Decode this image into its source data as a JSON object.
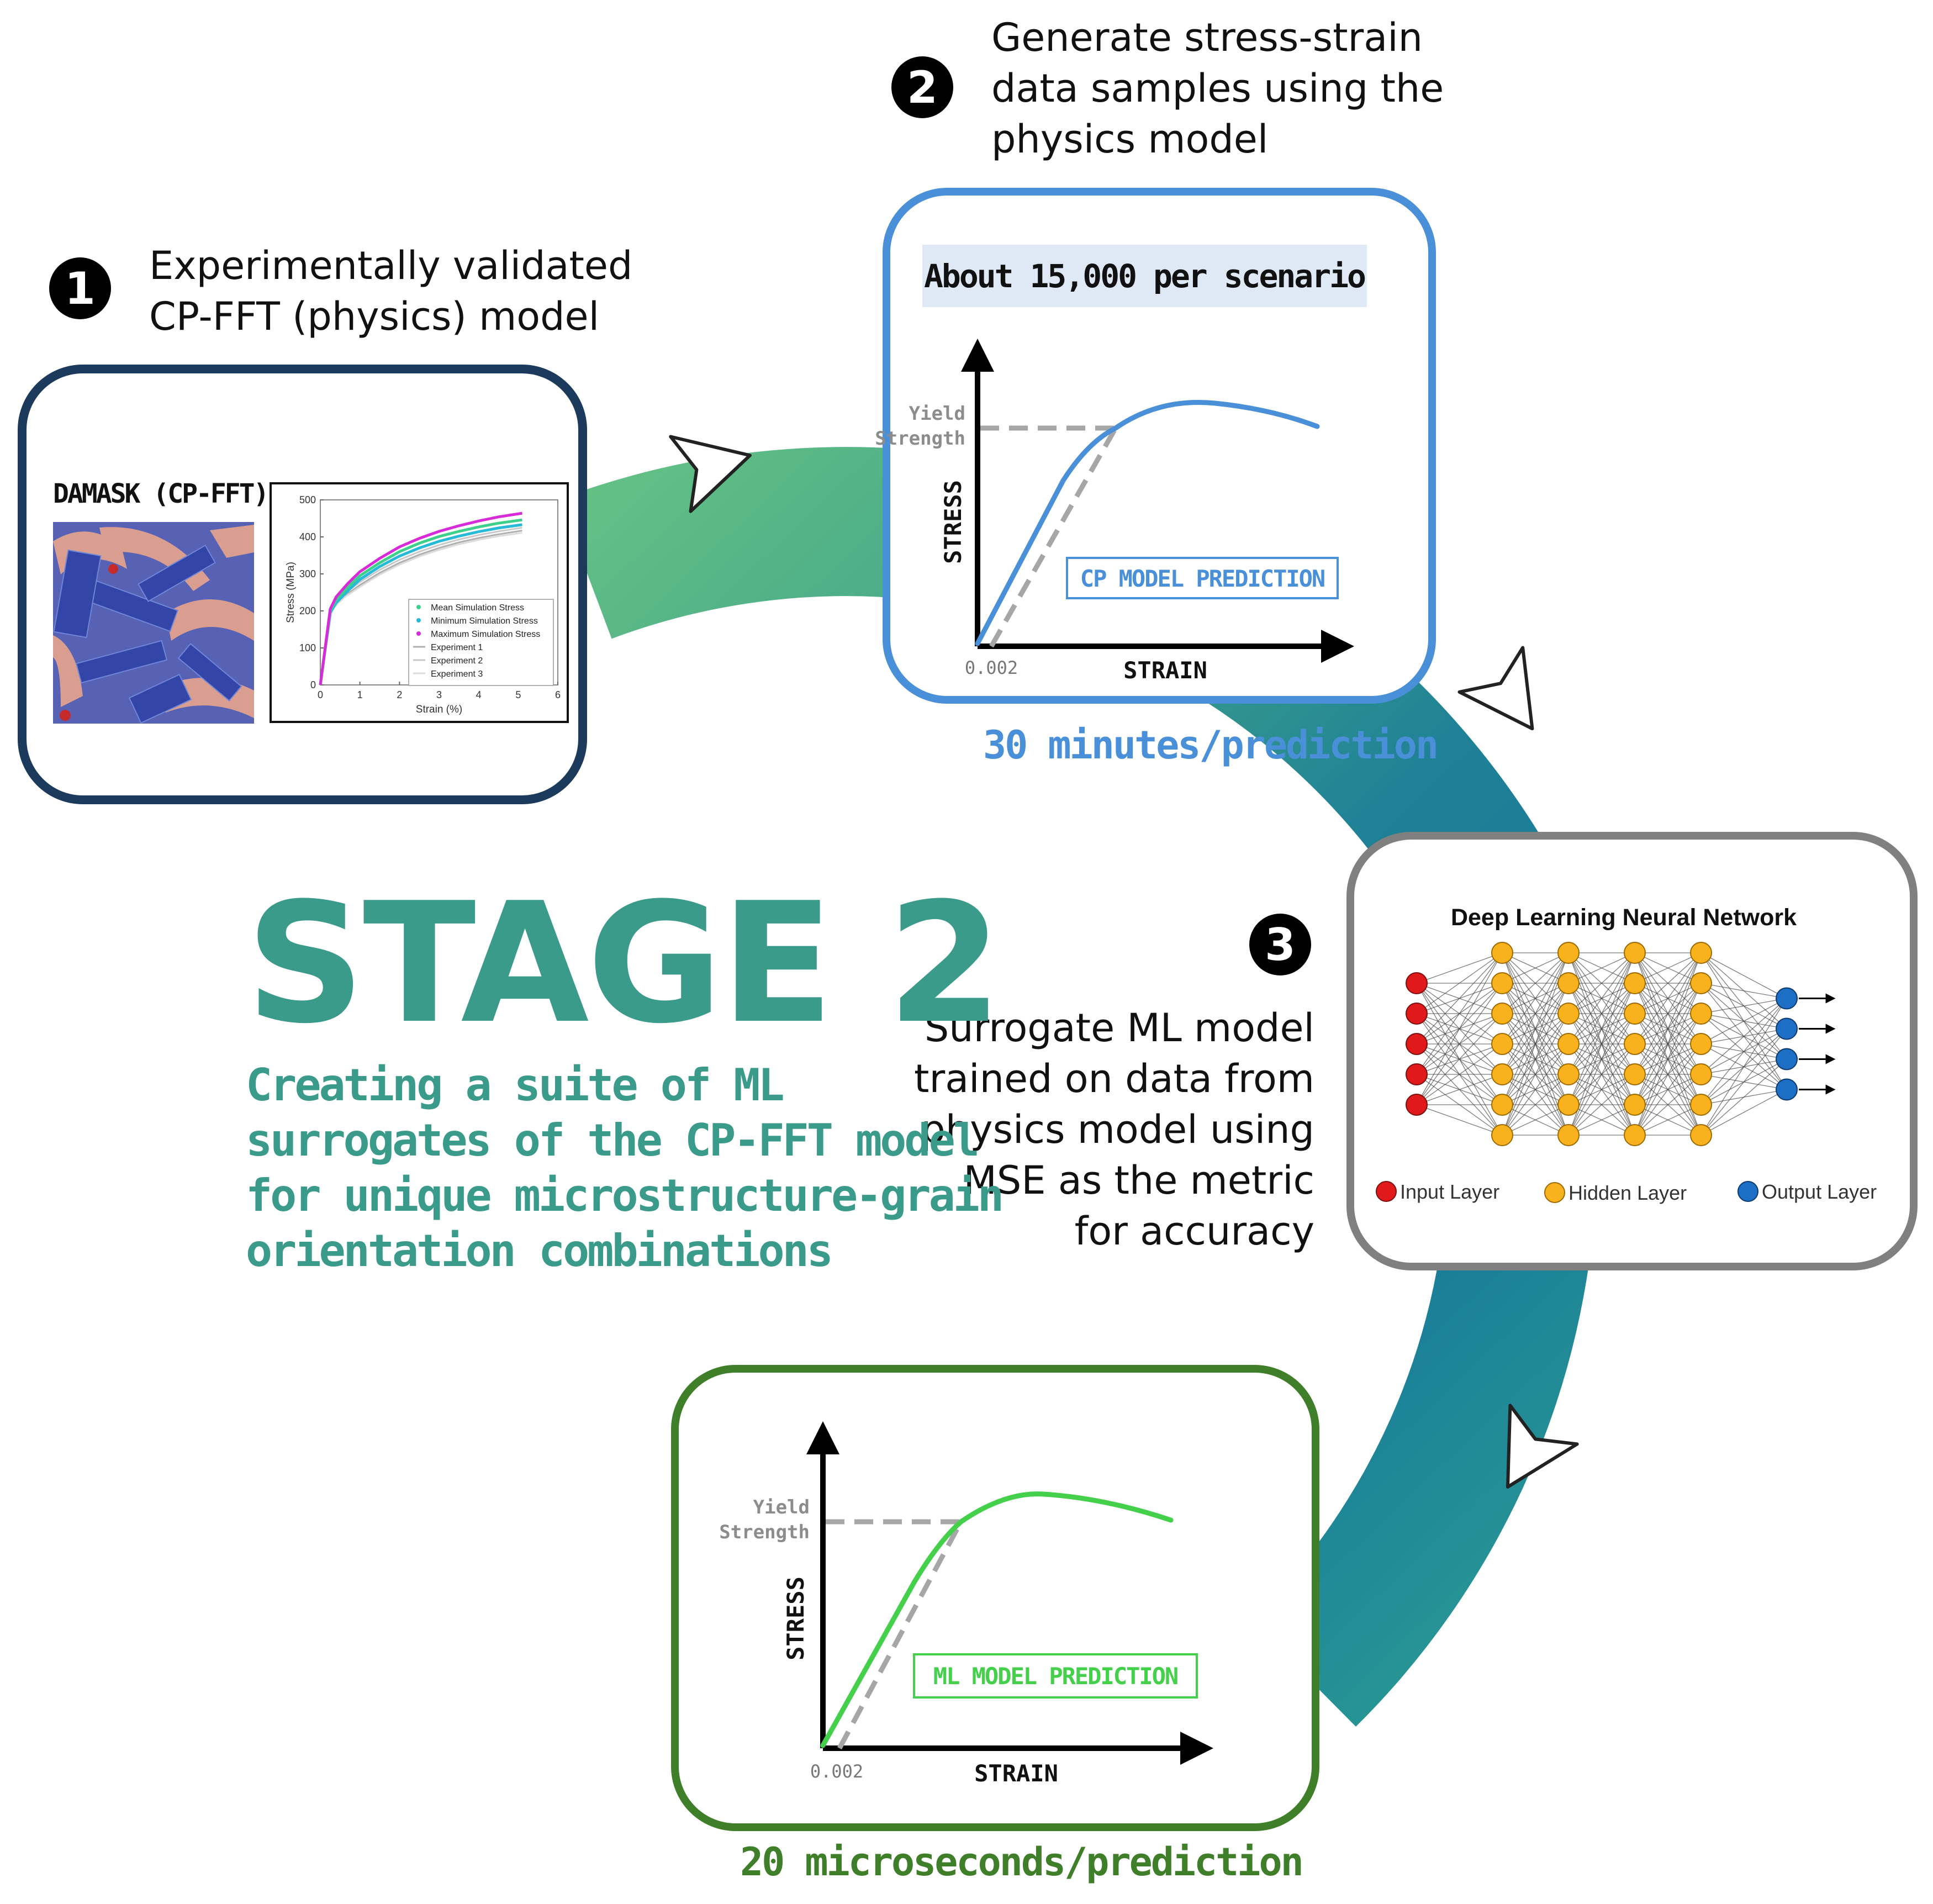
{
  "steps": [
    {
      "number": "1",
      "lines": [
        "Experimentally validated",
        "CP-FFT (physics) model"
      ]
    },
    {
      "number": "2",
      "lines": [
        "Generate stress-strain",
        "data samples using the",
        "physics model"
      ]
    },
    {
      "number": "3",
      "lines": [
        "Surrogate ML model",
        "trained on data from",
        "physics model using",
        "MSE as the metric",
        "for accuracy"
      ]
    }
  ],
  "stage": {
    "title": "STAGE 2",
    "subtitle_lines": [
      "Creating a suite of ML",
      "surrogates of the CP-FFT model",
      "for unique microstructure-grain",
      "orientation combinations"
    ]
  },
  "colors": {
    "stage_teal": "#3a9b8b",
    "card1_border": "#1b3a5c",
    "card2_border": "#4a90d9",
    "card3_border": "#808080",
    "card4_border": "#3f7f2a",
    "cp_curve": "#4a90d9",
    "ml_curve": "#44d04a",
    "input_node": "#e01a1a",
    "hidden_node": "#f7b21e",
    "output_node": "#1c6fc4"
  },
  "card1": {
    "label": "DAMASK (CP-FFT)",
    "image_semantic": "microstructure-map",
    "chart_data": {
      "type": "line",
      "xlabel": "Strain (%)",
      "ylabel": "Stress (MPa)",
      "xlim": [
        0,
        6
      ],
      "ylim": [
        0,
        500
      ],
      "xticks": [
        "0",
        "1",
        "2",
        "3",
        "4",
        "5",
        "6"
      ],
      "yticks": [
        "0",
        "100",
        "200",
        "300",
        "400",
        "500"
      ],
      "legend_position": "bottom-right",
      "series": [
        {
          "name": "Mean Simulation Stress",
          "color": "#3cd08a",
          "x": [
            0,
            0.25,
            0.4,
            0.7,
            1,
            1.5,
            2,
            2.5,
            3,
            3.5,
            4,
            4.5,
            5.1
          ],
          "y": [
            0,
            200,
            230,
            265,
            295,
            330,
            360,
            383,
            401,
            415,
            427,
            437,
            446
          ]
        },
        {
          "name": "Minimum Simulation Stress",
          "color": "#27b9d8",
          "x": [
            0,
            0.25,
            0.4,
            0.7,
            1,
            1.5,
            2,
            2.5,
            3,
            3.5,
            4,
            4.5,
            5.1
          ],
          "y": [
            0,
            195,
            222,
            255,
            285,
            320,
            348,
            370,
            388,
            402,
            414,
            424,
            433
          ]
        },
        {
          "name": "Maximum Simulation Stress",
          "color": "#d92ad9",
          "x": [
            0,
            0.25,
            0.4,
            0.7,
            1,
            1.5,
            2,
            2.5,
            3,
            3.5,
            4,
            4.5,
            5.1
          ],
          "y": [
            0,
            205,
            238,
            275,
            306,
            342,
            373,
            396,
            415,
            430,
            443,
            454,
            464
          ]
        },
        {
          "name": "Experiment 1",
          "color": "#b0b0b0",
          "x": [
            0,
            0.3,
            0.6,
            1,
            1.5,
            2,
            2.5,
            3,
            3.5,
            4,
            4.5,
            5.1
          ],
          "y": [
            0,
            210,
            240,
            270,
            303,
            330,
            352,
            370,
            385,
            397,
            407,
            417
          ]
        },
        {
          "name": "Experiment 2",
          "color": "#c8c8c8",
          "x": [
            0,
            0.3,
            0.6,
            1,
            1.5,
            2,
            2.5,
            3,
            3.5,
            4,
            4.5,
            5.1
          ],
          "y": [
            0,
            215,
            246,
            278,
            311,
            338,
            360,
            378,
            393,
            405,
            415,
            425
          ]
        },
        {
          "name": "Experiment 3",
          "color": "#dcdcdc",
          "x": [
            0,
            0.3,
            0.6,
            1,
            1.5,
            2,
            2.5,
            3,
            3.5,
            4,
            4.5,
            5.1
          ],
          "y": [
            0,
            205,
            236,
            265,
            298,
            325,
            347,
            365,
            380,
            392,
            402,
            411
          ]
        }
      ]
    }
  },
  "card2": {
    "header": "About 15,000 per scenario",
    "yield_label_lines": [
      "Yield",
      "Strength"
    ],
    "ylabel": "STRESS",
    "xlabel": "STRAIN",
    "offset_label": "0.002",
    "prediction_label": "CP MODEL PREDICTION",
    "caption": "30 minutes/prediction"
  },
  "card3": {
    "title": "Deep Learning Neural Network",
    "layers": {
      "input": 5,
      "hidden": [
        7,
        7,
        7,
        7
      ],
      "output": 4
    },
    "legend": [
      "Input Layer",
      "Hidden Layer",
      "Output Layer"
    ]
  },
  "card4": {
    "yield_label_lines": [
      "Yield",
      "Strength"
    ],
    "ylabel": "STRESS",
    "xlabel": "STRAIN",
    "offset_label": "0.002",
    "prediction_label": "ML MODEL PREDICTION",
    "caption": "20 microseconds/prediction"
  }
}
